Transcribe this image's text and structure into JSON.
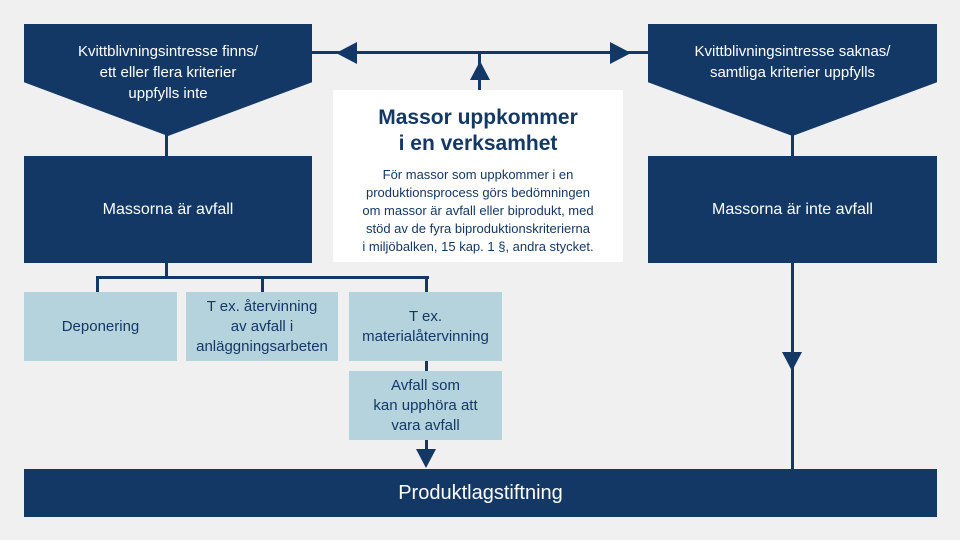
{
  "colors": {
    "background": "#f0f0f0",
    "navy": "#143866",
    "light_blue": "#b5d3dd",
    "white": "#ffffff"
  },
  "diagram": {
    "left_pentagon": {
      "label": "Kvittblivningsintresse finns/\nett eller flera kriterier\nuppfylls inte"
    },
    "right_pentagon": {
      "label": "Kvittblivningsintresse saknas/\nsamtliga kriterier uppfylls"
    },
    "center_box": {
      "title": "Massor uppkommer\ni en verksamhet",
      "body": "För massor som uppkommer i en\nproduktionsprocess görs bedömningen\nom massor är avfall eller biprodukt, med\nstöd av de fyra biproduktionskriterierna\ni miljöbalken, 15 kap. 1 §, andra stycket."
    },
    "left_result_box": {
      "label": "Massorna är avfall"
    },
    "right_result_box": {
      "label": "Massorna är inte avfall"
    },
    "outcome_boxes": [
      {
        "label": "Deponering"
      },
      {
        "label": "T ex. återvinning\nav avfall i\nanläggningsarbeten"
      },
      {
        "label": "T ex.\nmaterialåtervinning"
      }
    ],
    "end_of_waste_box": {
      "label": "Avfall som\nkan upphöra att\nvara avfall"
    },
    "bottom_bar": {
      "label": "Produktlagstiftning"
    }
  }
}
